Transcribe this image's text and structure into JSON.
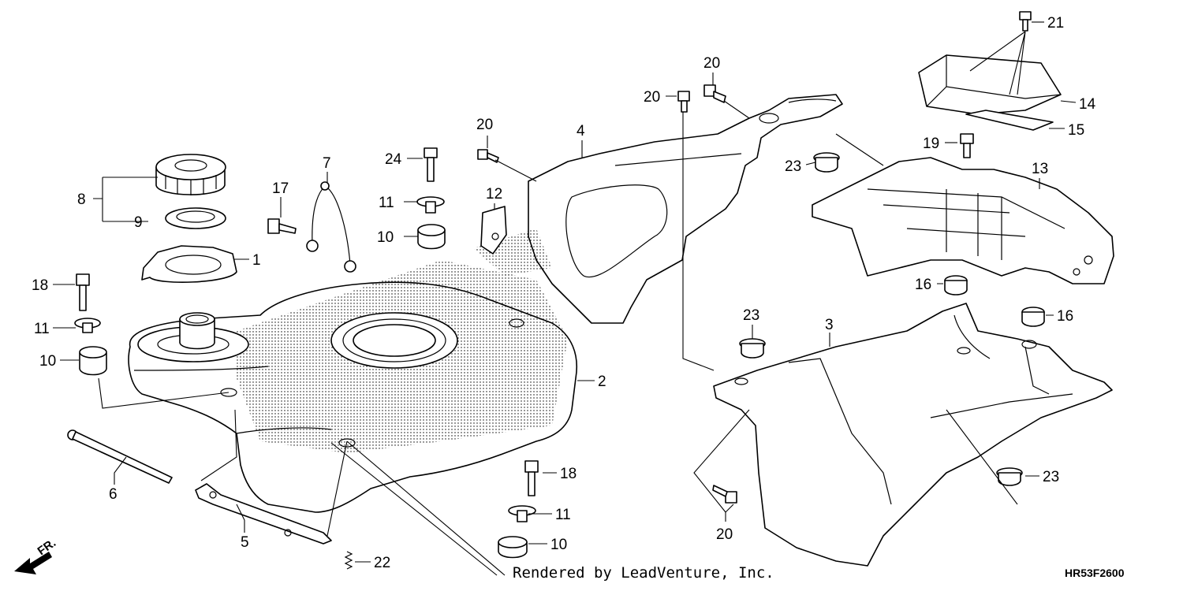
{
  "diagram": {
    "callouts": {
      "c1": "1",
      "c2": "2",
      "c3": "3",
      "c4": "4",
      "c5": "5",
      "c6": "6",
      "c7": "7",
      "c8": "8",
      "c9": "9",
      "c10a": "10",
      "c10b": "10",
      "c10c": "10",
      "c11a": "11",
      "c11b": "11",
      "c11c": "11",
      "c12": "12",
      "c13": "13",
      "c14": "14",
      "c15": "15",
      "c16a": "16",
      "c16b": "16",
      "c17": "17",
      "c18a": "18",
      "c18b": "18",
      "c19": "19",
      "c20a": "20",
      "c20b": "20",
      "c20c": "20",
      "c20d": "20",
      "c21": "21",
      "c22": "22",
      "c23a": "23",
      "c23b": "23",
      "c23c": "23",
      "c24": "24"
    },
    "credit": "Rendered by LeadVenture, Inc.",
    "diagram_code": "HR53F2600",
    "direction_label": "FR."
  }
}
